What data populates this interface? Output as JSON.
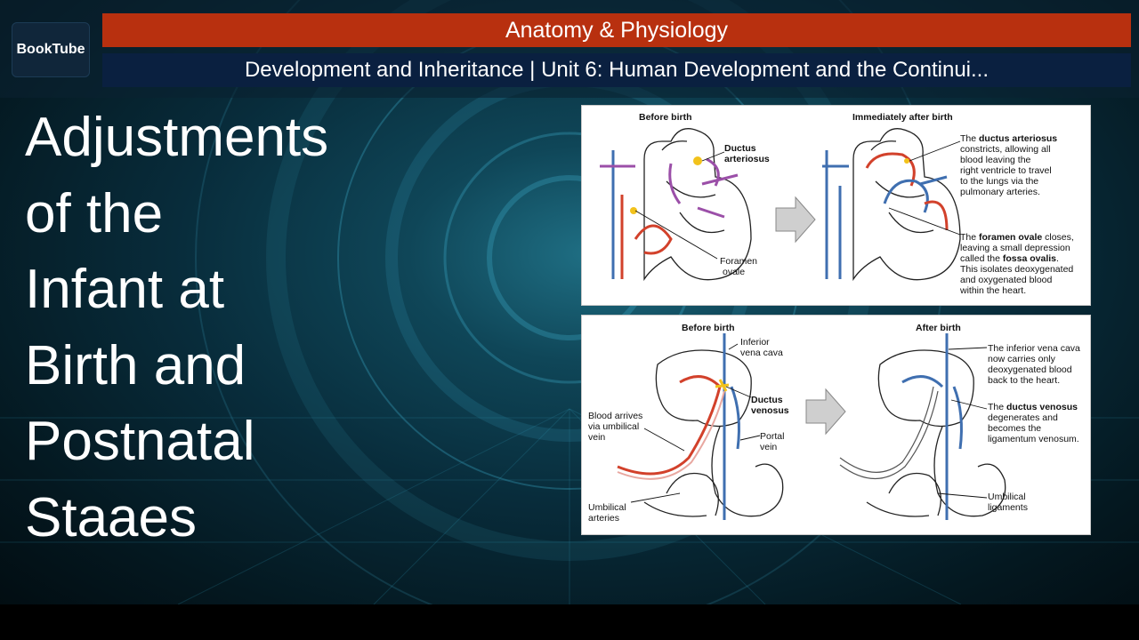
{
  "logo": {
    "label": "BookTube"
  },
  "header": {
    "title": "Anatomy & Physiology",
    "subtitle": "Development and Inheritance | Unit 6: Human Development and the Continui..."
  },
  "slide": {
    "title_lines": [
      "Adjustments",
      "of the",
      "Infant at",
      "Birth and",
      "Postnatal",
      "Staaes"
    ]
  },
  "figure_heart": {
    "before_label": "Before birth",
    "after_label": "Immediately after birth",
    "ductus_label_1": "Ductus",
    "ductus_label_2": "arteriosus",
    "foramen_label_1": "Foramen",
    "foramen_label_2": "ovale",
    "note1_pre": "The ",
    "note1_bold": "ductus arteriosus",
    "note1_lines": [
      "constricts, allowing all",
      "blood leaving the",
      "right ventricle to travel",
      "to the lungs via the",
      "pulmonary arteries."
    ],
    "note2_pre": "The ",
    "note2_bold": "foramen ovale",
    "note2_post": " closes,",
    "note2_line2": "leaving a small depression",
    "note2_line3_pre": "called the ",
    "note2_line3_bold": "fossa ovalis",
    "note2_line3_post": ".",
    "note2_lines": [
      "This isolates deoxygenated",
      "and oxygenated blood",
      "within the heart."
    ]
  },
  "figure_liver": {
    "before_label": "Before birth",
    "after_label": "After birth",
    "ivc_label_1": "Inferior",
    "ivc_label_2": "vena cava",
    "ductus_venosus_1": "Ductus",
    "ductus_venosus_2": "venosus",
    "blood_label_lines": [
      "Blood arrives",
      "via umbilical",
      "vein"
    ],
    "portal_label_1": "Portal",
    "portal_label_2": "vein",
    "umbilical_arteries_1": "Umbilical",
    "umbilical_arteries_2": "arteries",
    "note1_lines": [
      "The inferior vena cava",
      "now carries only",
      "deoxygenated blood",
      "back to the heart."
    ],
    "note2_pre": "The ",
    "note2_bold": "ductus venosus",
    "note2_lines": [
      "degenerates and",
      "becomes the",
      "ligamentum venosum."
    ],
    "umbilical_ligaments_1": "Umbilical",
    "umbilical_ligaments_2": "ligaments"
  },
  "colors": {
    "title_bar": "#b8300f",
    "subtitle_bar": "#0a2040",
    "oxygenated": "#d2412b",
    "deoxygenated": "#3f6fb0",
    "mixed": "#9b4fa8",
    "ductus_highlight": "#f2c21b"
  }
}
